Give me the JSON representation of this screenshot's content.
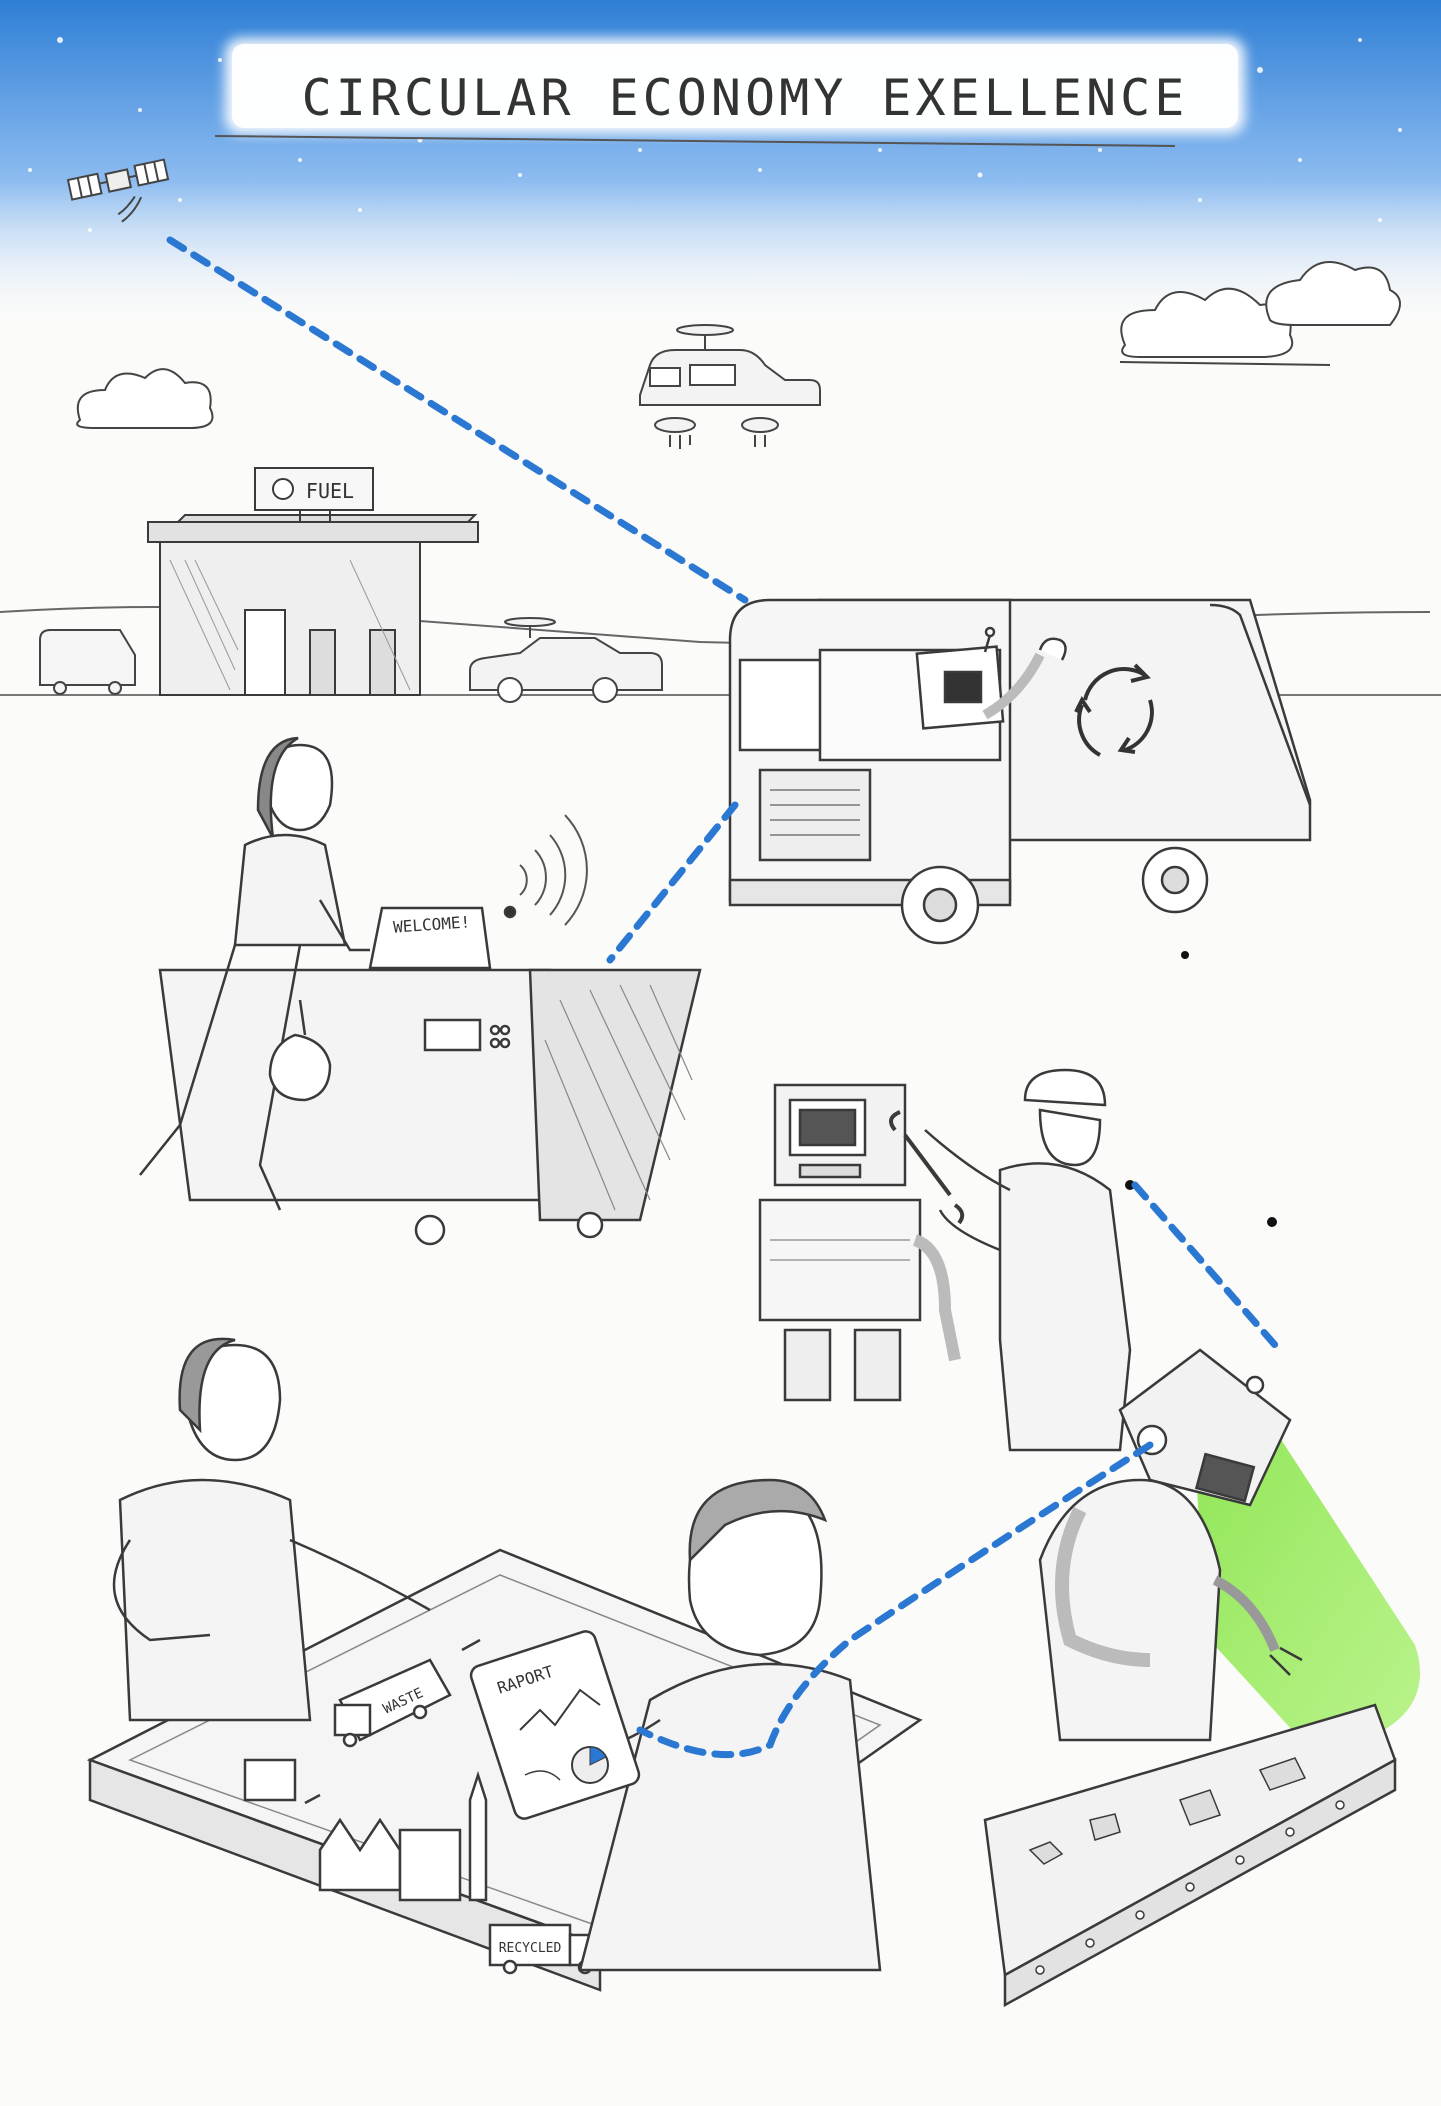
{
  "title": "CIRCULAR ECONOMY EXELLENCE",
  "labels": {
    "fuel": "FUEL",
    "welcome": "WELCOME!",
    "waste": "WASTE",
    "report": "RAPORT",
    "recycled": "RECYCLED"
  },
  "colors": {
    "sky": "#2f7fd6",
    "link": "#2a78d2",
    "scanner": "#7ee23a",
    "pencil": "#3a3a3a"
  },
  "icons": {
    "satellite": "satellite-icon",
    "recycle": "recycle-icon"
  }
}
